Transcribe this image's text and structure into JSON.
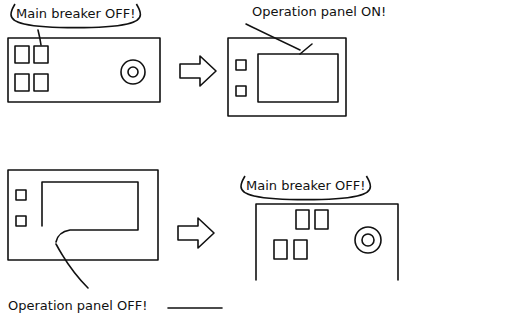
{
  "diagram": {
    "labels": [
      "Main breaker OFF!",
      "Operation panel ON!",
      "Main breaker OFF!",
      "Operation panel OFF!"
    ]
  }
}
